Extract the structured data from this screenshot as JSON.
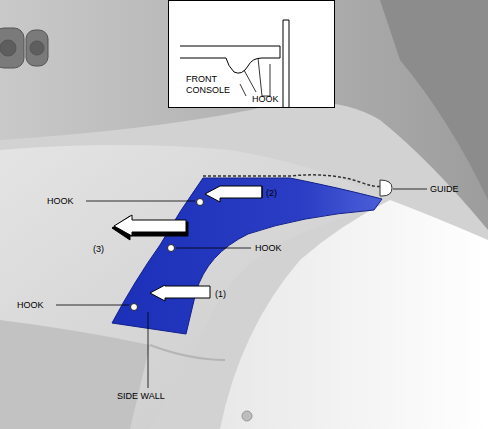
{
  "diagram": {
    "labels": [
      "FRONT CONSOLE",
      "HOOK",
      "HOOK",
      "(2)",
      "GUIDE",
      "(3)",
      "HOOK",
      "HOOK",
      "(1)",
      "SIDE WALL"
    ]
  }
}
